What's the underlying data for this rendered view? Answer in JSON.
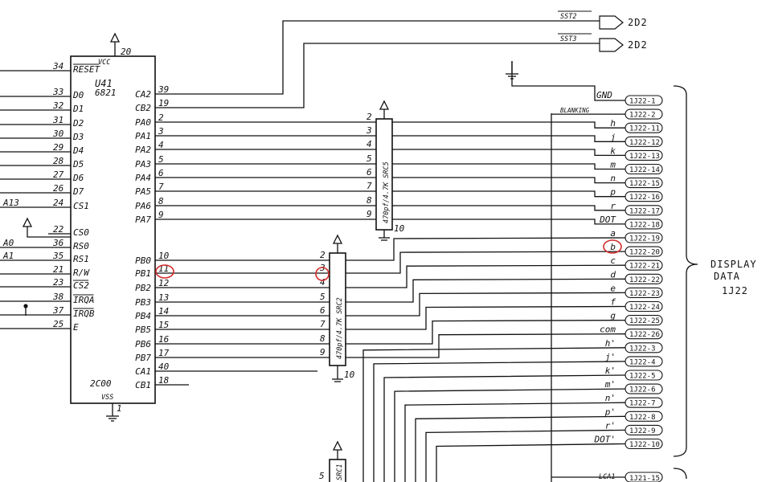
{
  "chip": {
    "ref": "U41",
    "part": "6821",
    "vcc_label": "VCC",
    "vcc_pin": "20",
    "vss_label": "VSS",
    "vss_pin": "1",
    "location": "2C00",
    "left_pins": [
      {
        "pin": "34",
        "name": "RESET",
        "net": ""
      },
      {
        "pin": "33",
        "name": "D0",
        "net": ""
      },
      {
        "pin": "32",
        "name": "D1",
        "net": ""
      },
      {
        "pin": "31",
        "name": "D2",
        "net": ""
      },
      {
        "pin": "30",
        "name": "D3",
        "net": ""
      },
      {
        "pin": "29",
        "name": "D4",
        "net": ""
      },
      {
        "pin": "28",
        "name": "D5",
        "net": ""
      },
      {
        "pin": "27",
        "name": "D6",
        "net": ""
      },
      {
        "pin": "26",
        "name": "D7",
        "net": ""
      },
      {
        "pin": "24",
        "name": "CS1",
        "net": "A13"
      },
      {
        "pin": "22",
        "name": "CS0",
        "net": ""
      },
      {
        "pin": "36",
        "name": "RS0",
        "net": "A0"
      },
      {
        "pin": "35",
        "name": "RS1",
        "net": "A1"
      },
      {
        "pin": "21",
        "name": "R/W",
        "net": ""
      },
      {
        "pin": "23",
        "name": "CS2",
        "net": ""
      },
      {
        "pin": "38",
        "name": "IRQA",
        "net": ""
      },
      {
        "pin": "37",
        "name": "IRQB",
        "net": ""
      },
      {
        "pin": "25",
        "name": "E",
        "net": ""
      }
    ],
    "right_pins": [
      {
        "pin": "39",
        "name": "CA2"
      },
      {
        "pin": "19",
        "name": "CB2"
      },
      {
        "pin": "2",
        "name": "PA0"
      },
      {
        "pin": "3",
        "name": "PA1"
      },
      {
        "pin": "4",
        "name": "PA2"
      },
      {
        "pin": "5",
        "name": "PA3"
      },
      {
        "pin": "6",
        "name": "PA4"
      },
      {
        "pin": "7",
        "name": "PA5"
      },
      {
        "pin": "8",
        "name": "PA6"
      },
      {
        "pin": "9",
        "name": "PA7"
      },
      {
        "pin": "10",
        "name": "PB0"
      },
      {
        "pin": "11",
        "name": "PB1"
      },
      {
        "pin": "12",
        "name": "PB2"
      },
      {
        "pin": "13",
        "name": "PB3"
      },
      {
        "pin": "14",
        "name": "PB4"
      },
      {
        "pin": "15",
        "name": "PB5"
      },
      {
        "pin": "16",
        "name": "PB6"
      },
      {
        "pin": "17",
        "name": "PB7"
      },
      {
        "pin": "40",
        "name": "CA1"
      },
      {
        "pin": "18",
        "name": "CB1"
      }
    ]
  },
  "src5": {
    "label": "470pf/4.7K SRC5",
    "pins": [
      "2",
      "3",
      "4",
      "5",
      "6",
      "7",
      "8",
      "9"
    ],
    "bottom_pin": "10"
  },
  "src2": {
    "label": "470pf/4.7K SRC2",
    "pins": [
      "2",
      "3",
      "4",
      "5",
      "6",
      "7",
      "8",
      "9"
    ],
    "bottom_pin": "10"
  },
  "src1": {
    "label": "SRC1",
    "pin": "5"
  },
  "offpage": [
    {
      "signal": "SST2",
      "ref": "2D2"
    },
    {
      "signal": "SST3",
      "ref": "2D2"
    }
  ],
  "connector": {
    "gnd_label": "GND",
    "blanking_label": "BLANKING",
    "pins": [
      {
        "sig": "",
        "pin": "1J22-1"
      },
      {
        "sig": "",
        "pin": "1J22-2"
      },
      {
        "sig": "h",
        "pin": "1J22-11"
      },
      {
        "sig": "j",
        "pin": "1J22-12"
      },
      {
        "sig": "k",
        "pin": "1J22-13"
      },
      {
        "sig": "m",
        "pin": "1J22-14"
      },
      {
        "sig": "n",
        "pin": "1J22-15"
      },
      {
        "sig": "p",
        "pin": "1J22-16"
      },
      {
        "sig": "r",
        "pin": "1J22-17"
      },
      {
        "sig": "DOT",
        "pin": "1J22-18"
      },
      {
        "sig": "a",
        "pin": "1J22-19"
      },
      {
        "sig": "b",
        "pin": "1J22-20"
      },
      {
        "sig": "c",
        "pin": "1J22-21"
      },
      {
        "sig": "d",
        "pin": "1J22-22"
      },
      {
        "sig": "e",
        "pin": "1J22-23"
      },
      {
        "sig": "f",
        "pin": "1J22-24"
      },
      {
        "sig": "g",
        "pin": "1J22-25"
      },
      {
        "sig": "com",
        "pin": "1J22-26"
      },
      {
        "sig": "h'",
        "pin": "1J22-3"
      },
      {
        "sig": "j'",
        "pin": "1J22-4"
      },
      {
        "sig": "k'",
        "pin": "1J22-5"
      },
      {
        "sig": "m'",
        "pin": "1J22-6"
      },
      {
        "sig": "n'",
        "pin": "1J22-7"
      },
      {
        "sig": "p'",
        "pin": "1J22-8"
      },
      {
        "sig": "r'",
        "pin": "1J22-9"
      },
      {
        "sig": "DOT'",
        "pin": "1J22-10"
      }
    ],
    "lca_label": "LCA1",
    "lca_pin": "1J21-15"
  },
  "display": {
    "line1": "DISPLAY",
    "line2": "DATA",
    "line3": "1J22"
  }
}
